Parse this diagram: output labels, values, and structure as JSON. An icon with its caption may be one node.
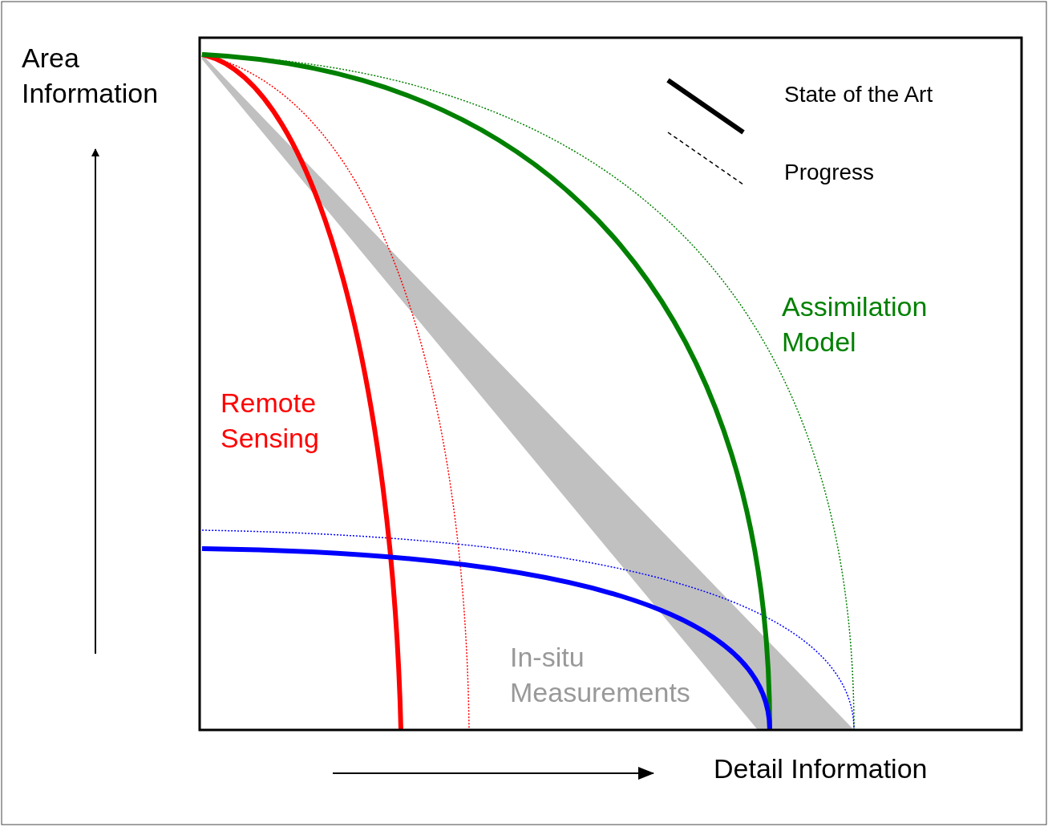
{
  "diagram": {
    "labels": [
      "Area Information",
      "Assimilation Model",
      "Remote Sensing",
      "In-situ Measurements",
      "Detail Information"
    ],
    "legend": [
      {
        "text": "State of the Art"
      },
      {
        "text": "Progress"
      }
    ]
  }
}
